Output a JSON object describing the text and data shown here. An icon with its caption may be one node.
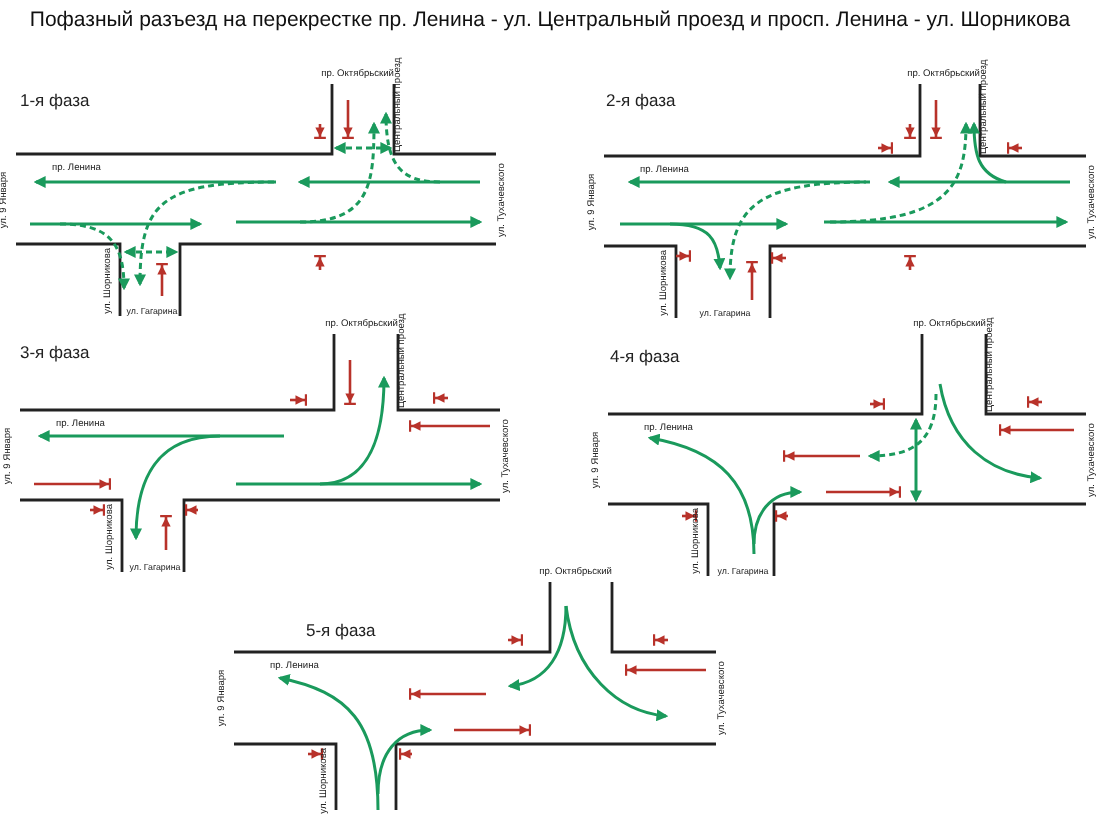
{
  "diagram": {
    "title": "Пофазный разъезд на перекрестке пр. Ленина - ул. Центральный проезд и просп. Ленина - ул. Шорникова",
    "labels": [
      "1-я фаза",
      "пр. Октябрьский",
      "Центральный проезд",
      "пр. Ленина",
      "ул. 9 Января",
      "ул. Тухачевского",
      "ул. Шорникова",
      "ул. Гагарина",
      "2-я фаза",
      "пр. Октябрьский",
      "Центральный проезд",
      "пр. Ленина",
      "ул. 9 Января",
      "ул. Тухачевского",
      "ул. Шорникова",
      "ул. Гагарина",
      "3-я фаза",
      "пр. Октябрьский",
      "Центральный проезд",
      "пр. Ленина",
      "ул. 9 Января",
      "ул. Тухачевского",
      "ул. Шорникова",
      "ул. Гагарина",
      "4-я фаза",
      "пр. Октябрьский",
      "Центральный проезд",
      "пр. Ленина",
      "ул. 9 Января",
      "ул. Тухачевского",
      "ул. Шорникова",
      "ул. Гагарина",
      "пр. Октябрьский",
      "5-я фаза",
      "пр. Ленина",
      "ул. 9 Января",
      "ул. Тухачевского",
      "ул. Шорникова"
    ]
  }
}
